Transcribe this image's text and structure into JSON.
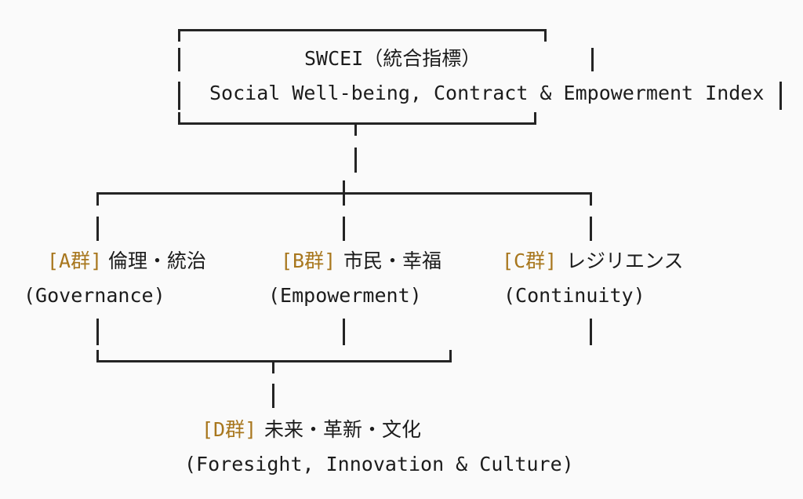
{
  "diagram": {
    "root": {
      "title_jp": "SWCEI（統合指標）",
      "title_en": "Social Well-being, Contract & Empowerment Index"
    },
    "groups": [
      {
        "tag": "[A群]",
        "name_jp": "倫理・統治",
        "name_en": "(Governance)"
      },
      {
        "tag": "[B群]",
        "name_jp": "市民・幸福",
        "name_en": "(Empowerment)"
      },
      {
        "tag": "[C群]",
        "name_jp": "レジリエンス",
        "name_en": "(Continuity)"
      },
      {
        "tag": "[D群]",
        "name_jp": "未来・革新・文化",
        "name_en": "(Foresight, Innovation & Culture)"
      }
    ]
  },
  "colors": {
    "background": "#fafafa",
    "line": "#242424",
    "text": "#1c1c1c",
    "accent": "#a8771e"
  }
}
